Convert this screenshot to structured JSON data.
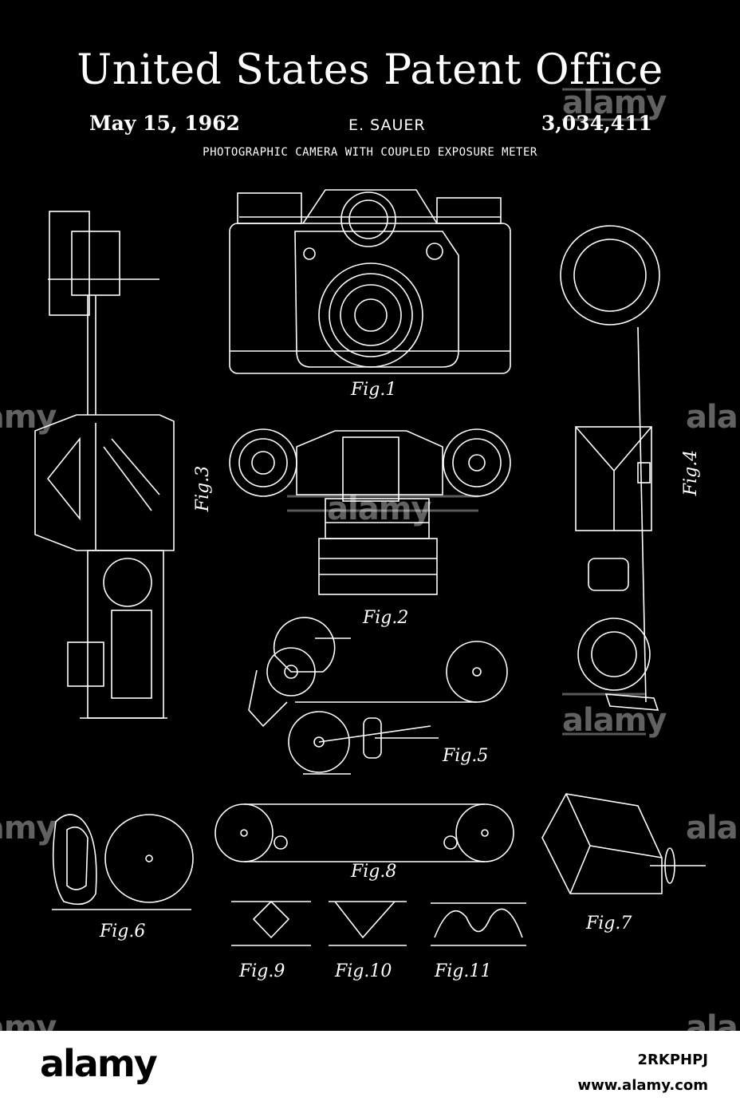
{
  "header": {
    "title": "United States Patent Office",
    "date": "May 15, 1962",
    "inventor": "E. SAUER",
    "patent_number": "3,034,411",
    "subtitle": "PHOTOGRAPHIC CAMERA WITH COUPLED EXPOSURE METER"
  },
  "figures": {
    "fig1": "Fig.1",
    "fig2": "Fig.2",
    "fig3": "Fig.3",
    "fig4": "Fig.4",
    "fig5": "Fig.5",
    "fig6": "Fig.6",
    "fig7": "Fig.7",
    "fig8": "Fig.8",
    "fig9": "Fig.9",
    "fig10": "Fig.10",
    "fig11": "Fig.11"
  },
  "watermark": "alamy",
  "footer": {
    "logo": "alamy",
    "image_id": "2RKPHPJ",
    "url": "www.alamy.com"
  },
  "colors": {
    "background": "#000000",
    "drawing": "#ffffff",
    "footer": "#ffffff"
  }
}
